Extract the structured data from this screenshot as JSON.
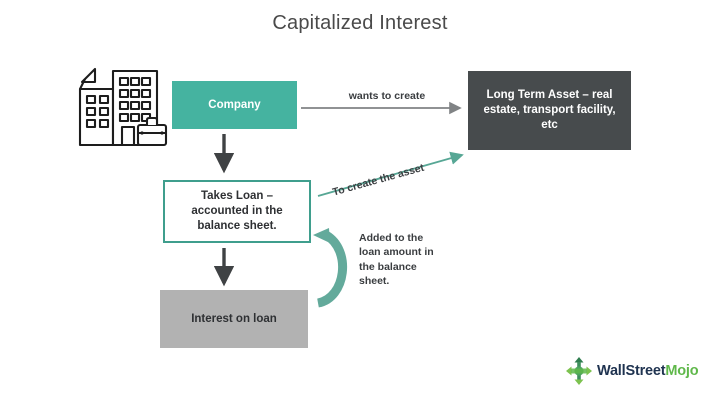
{
  "title": "Capitalized Interest",
  "colors": {
    "teal": "#45b3a0",
    "teal_dark": "#3f9e8d",
    "dark_gray": "#474b4d",
    "mid_gray": "#b2b2b2",
    "arrow_gray": "#808385",
    "text_dark": "#2e3033",
    "title_gray": "#4a4a4a",
    "logo_navy": "#1f3350",
    "logo_green": "#5fb84a",
    "background": "#ffffff"
  },
  "icons": {
    "building": "office-building-icon",
    "logo_mark": "wallstreetmojo-arrows-icon"
  },
  "nodes": {
    "company": {
      "label": "Company"
    },
    "long_term_asset": {
      "label": "Long Term Asset – real estate, transport facility, etc"
    },
    "takes_loan": {
      "label": "Takes Loan – accounted in the balance sheet."
    },
    "interest_on_loan": {
      "label": "Interest on loan"
    }
  },
  "edges": {
    "wants_to_create": {
      "label": "wants to create",
      "from": "company",
      "to": "long_term_asset"
    },
    "company_to_loan": {
      "label": "",
      "from": "company",
      "to": "takes_loan"
    },
    "to_create_the_asset": {
      "label": "To create the asset",
      "from": "takes_loan",
      "to": "long_term_asset"
    },
    "loan_to_interest": {
      "label": "",
      "from": "takes_loan",
      "to": "interest_on_loan"
    },
    "added_to_loan": {
      "label": "Added to the\nloan amount in\nthe balance\nsheet.",
      "from": "interest_on_loan",
      "to": "takes_loan"
    }
  },
  "branding": {
    "name_part1": "WallStreet",
    "name_part2": "Mojo"
  }
}
